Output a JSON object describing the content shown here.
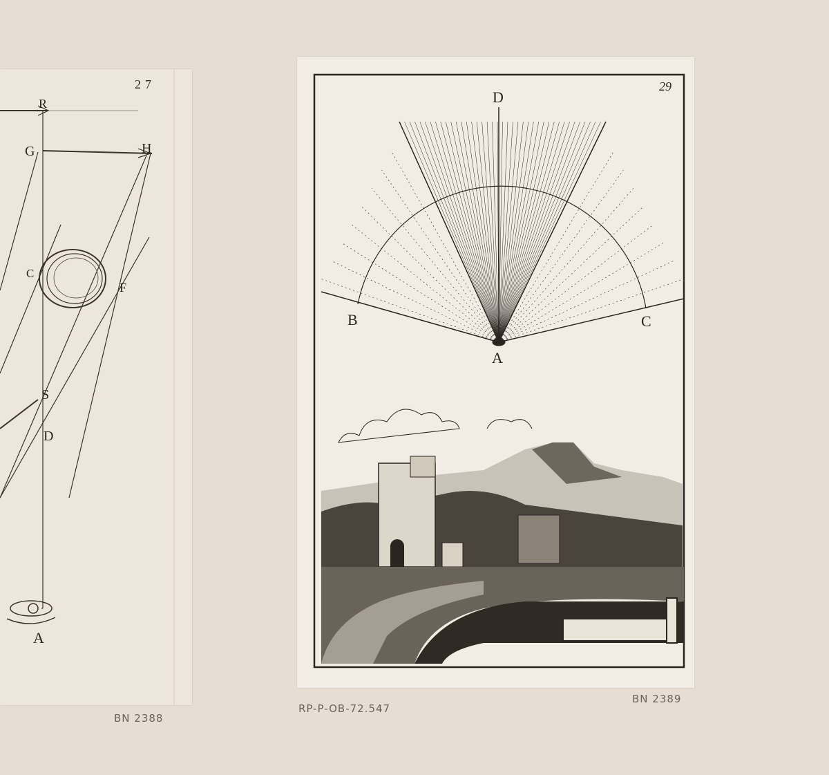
{
  "left_print": {
    "page_number": "27",
    "labels": {
      "R": "R",
      "G": "G",
      "H": "H",
      "C": "C",
      "F": "F",
      "S": "S",
      "D": "D",
      "A": "A"
    },
    "catalog_note": "BN 2388"
  },
  "middle_print": {
    "page_number": "29",
    "labels": {
      "D": "D",
      "B": "B",
      "C": "C",
      "A": "A"
    },
    "inventory_note": "RP-P-OB-72.547",
    "catalog_note": "BN 2389"
  },
  "colors": {
    "mount": "#e6ded2",
    "paper": "#f1ede5",
    "ink": "#2a2520",
    "pencil": "#6a6460"
  }
}
